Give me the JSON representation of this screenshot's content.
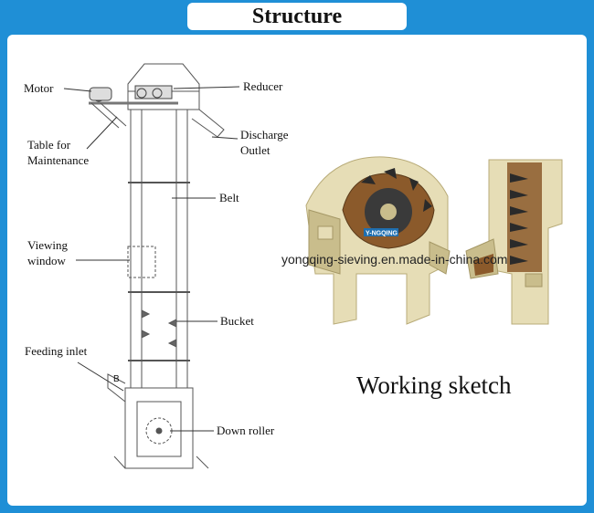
{
  "title": "Structure",
  "labels": {
    "motor": "Motor",
    "reducer": "Reducer",
    "discharge_1": "Discharge",
    "discharge_2": "Outlet",
    "table_1": "Table for",
    "table_2": "Maintenance",
    "belt": "Belt",
    "viewing_1": "Viewing",
    "viewing_2": "window",
    "bucket": "Bucket",
    "feeding": "Feeding inlet",
    "section_b": "B",
    "down_roller": "Down roller"
  },
  "working_sketch": "Working sketch",
  "watermark": "yongqing-sieving.en.made-in-china.com",
  "badge": "Y-NGQING",
  "colors": {
    "frame": "#1f8fd6",
    "machine": "#e6ddb6",
    "machine_shadow": "#c9bd8c",
    "dark": "#3a3a3a",
    "material": "#8b5a2b"
  }
}
